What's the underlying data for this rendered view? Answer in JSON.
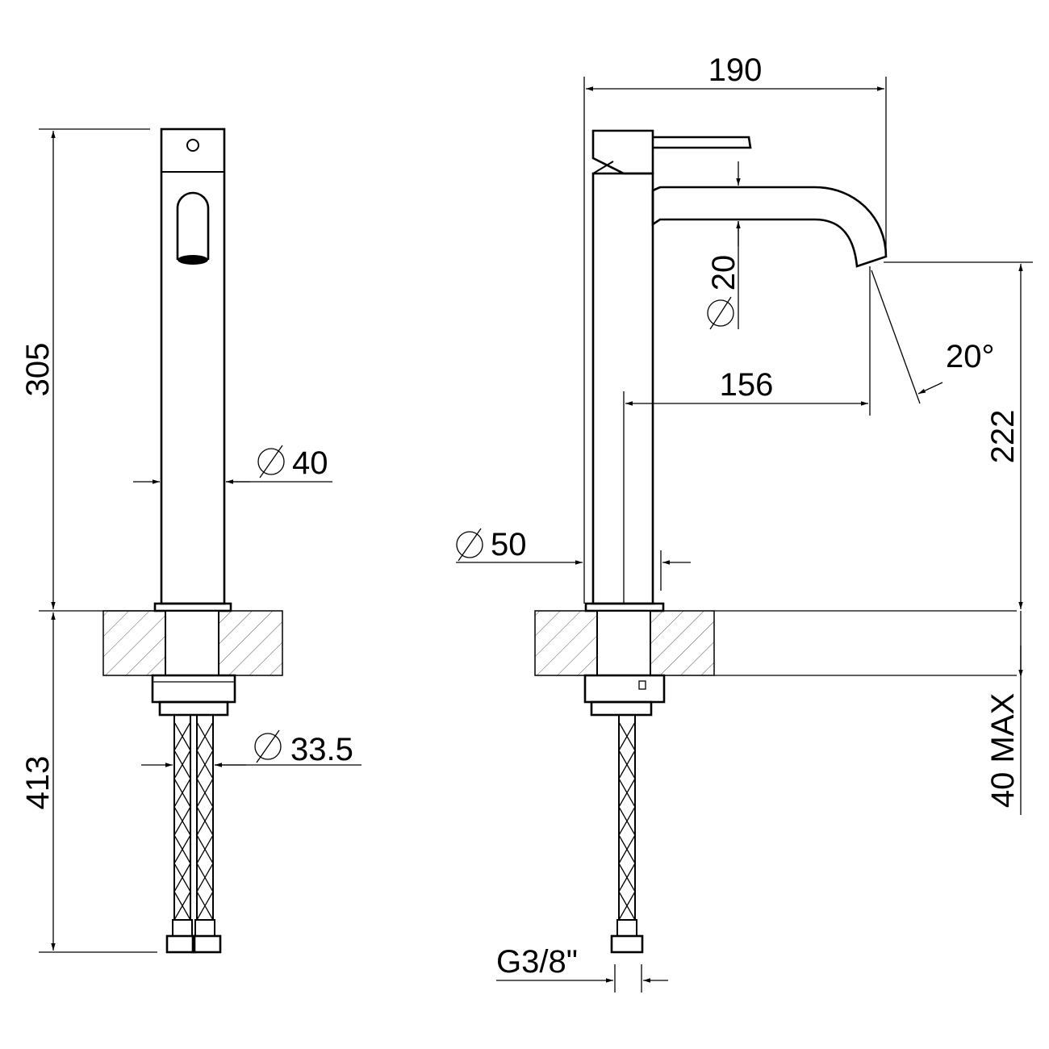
{
  "dimensions": {
    "side_height": "305",
    "side_diameter": "40",
    "below_length": "413",
    "hose_diameter": "33.5",
    "projection": "190",
    "spout_diameter": "20",
    "spout_angle": "20°",
    "spout_reach": "156",
    "spout_height": "222",
    "body_diameter": "50",
    "max_deck": "40 MAX",
    "connection": "G3/8\""
  },
  "colors": {
    "line": "#000000",
    "hatch": "#555555",
    "background": "#ffffff"
  }
}
